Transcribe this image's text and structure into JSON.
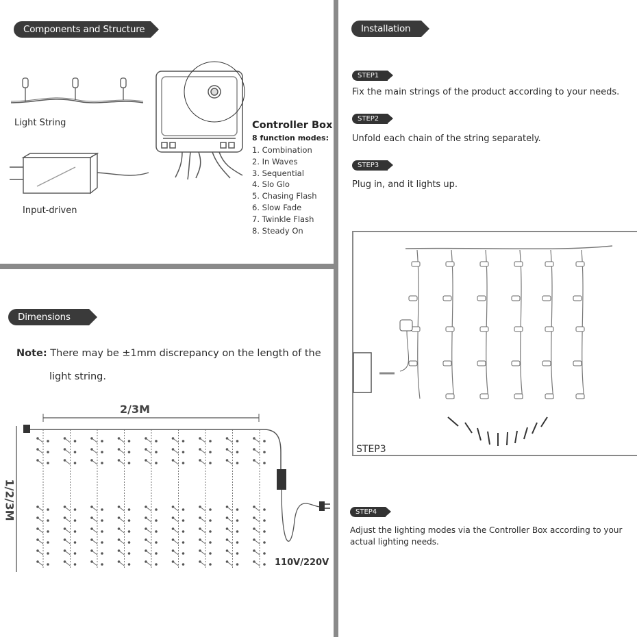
{
  "components": {
    "heading": "Components and Structure",
    "light_string_label": "Light String",
    "input_label": "Input-driven",
    "controller_title": "Controller Box",
    "modes_title": "8 function modes:",
    "modes": [
      "1. Combination",
      "2. In Waves",
      "3. Sequential",
      "4. Slo Glo",
      "5. Chasing Flash",
      "6. Slow Fade",
      "7. Twinkle Flash",
      "8. Steady On"
    ]
  },
  "installation": {
    "heading": "Installation",
    "steps": [
      {
        "badge": "STEP1",
        "text": "Fix the main strings of the product according to your needs."
      },
      {
        "badge": "STEP2",
        "text": "Unfold each chain of the string separately."
      },
      {
        "badge": "STEP3",
        "text": "Plug in, and it lights up."
      }
    ],
    "figure_label": "STEP3",
    "step4": {
      "badge": "STEP4",
      "line1": "Adjust the lighting modes via the Controller Box according to your",
      "line2": "actual lighting needs."
    }
  },
  "dimensions": {
    "heading": "Dimensions",
    "note_label": "Note:",
    "note_line1": "There may be ±1mm discrepancy on the length of the",
    "note_line2": "light string.",
    "width_label": "2/3M",
    "height_label": "1/2/3M",
    "voltage_label": "110V/220V"
  },
  "colors": {
    "divider": "#8a8a8a",
    "pill": "#3a3a3a",
    "line": "#555555"
  }
}
